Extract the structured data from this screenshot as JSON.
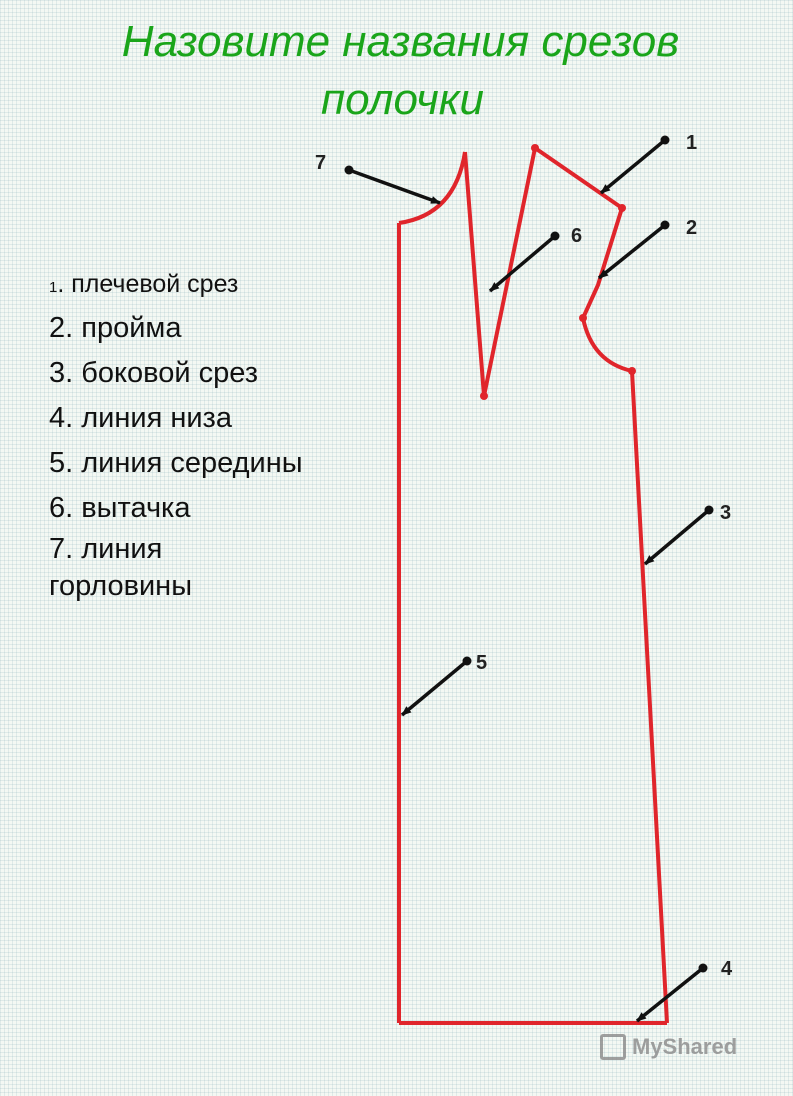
{
  "title": {
    "line1": "Назовите названия срезов",
    "line2": "полочки"
  },
  "legend": [
    {
      "num": "1",
      "text": ". плечевой срез"
    },
    {
      "text": "2. пройма"
    },
    {
      "text": "3. боковой срез"
    },
    {
      "text": "4. линия низа"
    },
    {
      "text": "5. линия середины"
    },
    {
      "text": "6. вытачка"
    },
    {
      "text": "7. линия горловины"
    }
  ],
  "pointer_labels": [
    "1",
    "2",
    "3",
    "4",
    "5",
    "6",
    "7"
  ],
  "colors": {
    "title": "#1aa51a",
    "pattern_line": "#e0252b",
    "pointer": "#111111"
  },
  "watermark": "MyShared"
}
